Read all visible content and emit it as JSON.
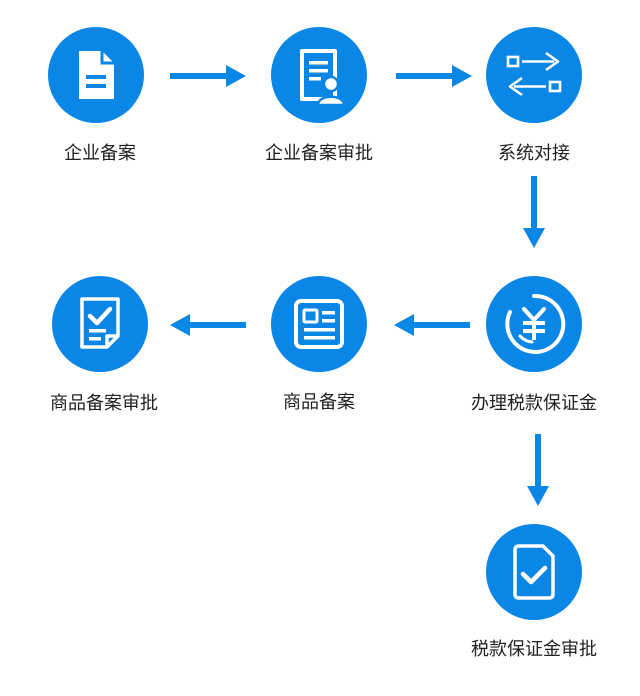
{
  "accent_color": "#0a86e6",
  "steps": [
    {
      "label": "企业备案",
      "icon": "document-icon"
    },
    {
      "label": "企业备案审批",
      "icon": "document-user-icon"
    },
    {
      "label": "系统对接",
      "icon": "exchange-arrows-icon"
    },
    {
      "label": "办理税款保证金",
      "icon": "yuan-coin-icon"
    },
    {
      "label": "商品备案",
      "icon": "id-card-icon"
    },
    {
      "label": "商品备案审批",
      "icon": "checklist-icon"
    },
    {
      "label": "税款保证金审批",
      "icon": "file-check-icon"
    }
  ]
}
